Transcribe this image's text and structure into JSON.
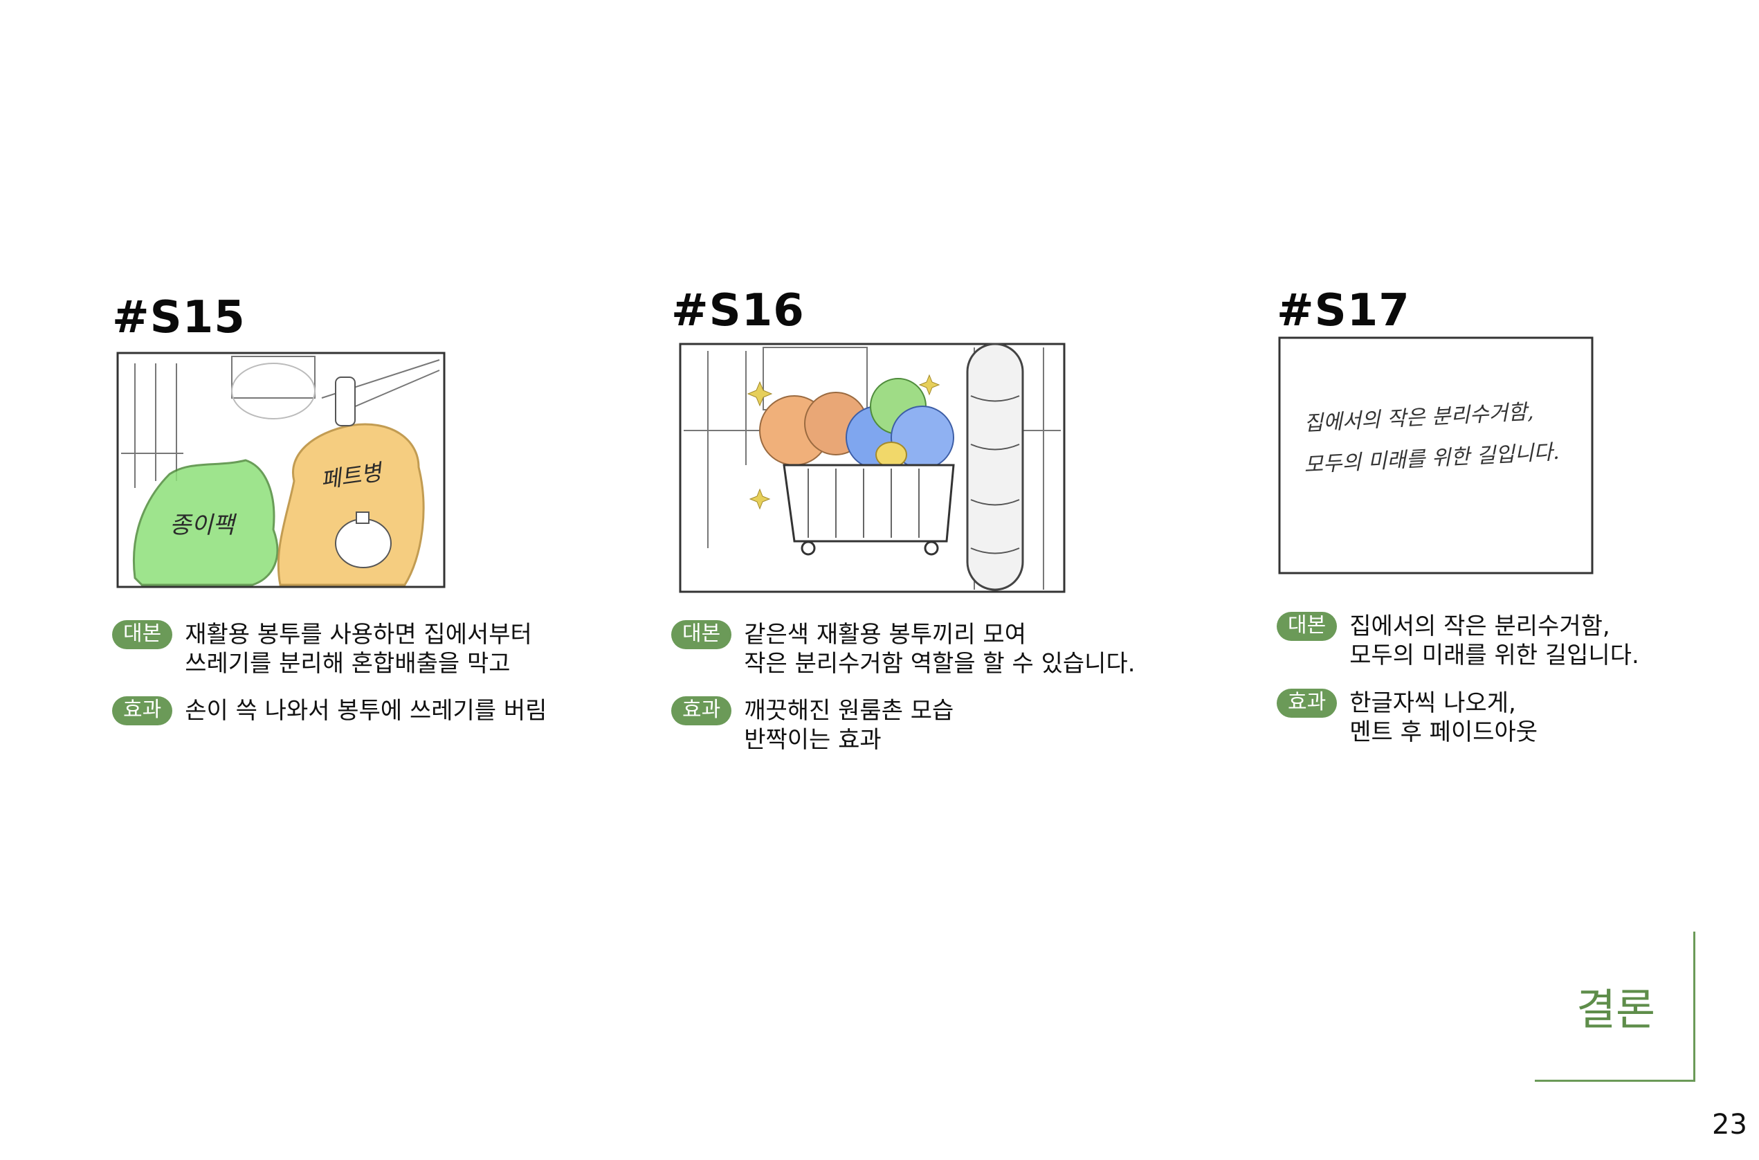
{
  "scenes": [
    {
      "id": "#S15",
      "script_tag": "대본",
      "script_text": "재활용 봉투를 사용하면 집에서부터\n쓰레기를 분리해 혼합배출을 막고",
      "effect_tag": "효과",
      "effect_text": "손이 쓱 나와서 봉투에 쓰레기를 버림",
      "sketch_labels": [
        "종이팩",
        "페트병"
      ]
    },
    {
      "id": "#S16",
      "script_tag": "대본",
      "script_text": "같은색 재활용 봉투끼리 모여\n작은 분리수거함 역할을 할 수 있습니다.",
      "effect_tag": "효과",
      "effect_text": "깨끗해진 원룸촌  모습\n반짝이는 효과"
    },
    {
      "id": "#S17",
      "script_tag": "대본",
      "script_text": "집에서의 작은 분리수거함,\n모두의 미래를 위한 길입니다.",
      "effect_tag": "효과",
      "effect_text": "한글자씩 나오게,\n멘트 후 페이드아웃",
      "sketch_lines": [
        "집에서의 작은 분리수거함,",
        "모두의 미래를 위한 길입니다."
      ]
    }
  ],
  "section_label": "결론",
  "page_number": "23",
  "colors": {
    "accent": "#6b9a58",
    "accent_text": "#5e8d4a"
  }
}
